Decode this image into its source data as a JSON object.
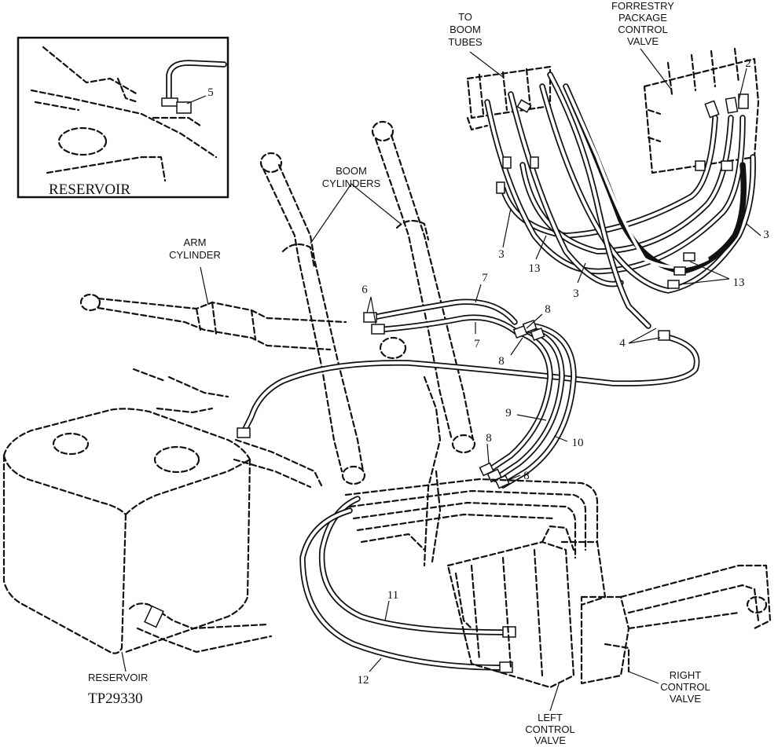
{
  "inset": {
    "label": "RESERVOIR",
    "callout": "5"
  },
  "labels": {
    "to_boom_tubes": [
      "TO",
      "BOOM",
      "TUBES"
    ],
    "forestry_valve": [
      "FORRESTRY",
      "PACKAGE",
      "CONTROL",
      "VALVE"
    ],
    "boom_cylinders": [
      "BOOM",
      "CYLINDERS"
    ],
    "arm_cylinder": [
      "ARM",
      "CYLINDER"
    ],
    "reservoir": "RESERVOIR",
    "figure_id": "TP29330",
    "left_control_valve": [
      "LEFT",
      "CONTROL",
      "VALVE"
    ],
    "right_control_valve": [
      "RIGHT",
      "CONTROL",
      "VALVE"
    ]
  },
  "callouts": {
    "c2": "2",
    "c3a": "3",
    "c3b": "3",
    "c3c": "3",
    "c13a": "13",
    "c13b": "13",
    "c4": "4",
    "c6": "6",
    "c7a": "7",
    "c7b": "7",
    "c8a": "8",
    "c8b": "8",
    "c8c": "8",
    "c8d": "8",
    "c9": "9",
    "c10": "10",
    "c11": "11",
    "c12": "12"
  }
}
